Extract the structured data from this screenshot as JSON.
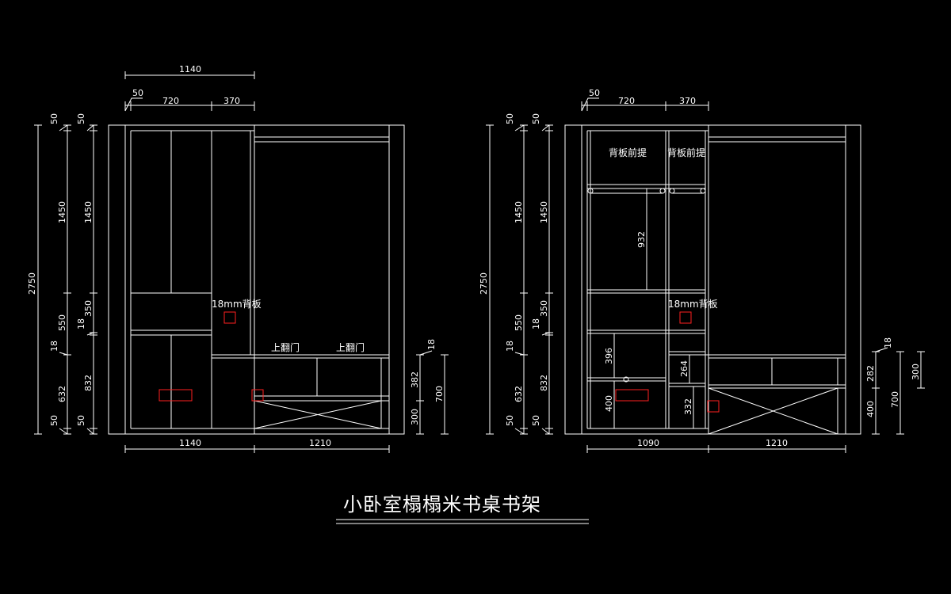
{
  "title": "小卧室榻榻米书桌书架",
  "left_elevation": {
    "dims": {
      "top_total": "1140",
      "top_50": "50",
      "top_720": "720",
      "top_370": "370",
      "bottom_1140": "1140",
      "bottom_1210": "1210",
      "v_2750": "2750",
      "v_50a": "50",
      "v_1450a": "1450",
      "v_550": "550",
      "v_18a": "18",
      "v_632": "632",
      "v_50b": "50",
      "v_50c": "50",
      "v_1450b": "1450",
      "v_18b": "18",
      "v_350": "350",
      "v_832": "832",
      "v_50d": "50",
      "r_18": "18",
      "r_382": "382",
      "r_300": "300",
      "r_700": "700"
    },
    "labels": {
      "back_panel": "18mm背板",
      "flip_door_1": "上翻门",
      "flip_door_2": "上翻门"
    }
  },
  "right_elevation": {
    "dims": {
      "top_50": "50",
      "top_720": "720",
      "top_370": "370",
      "bottom_1090": "1090",
      "bottom_1210": "1210",
      "v_2750": "2750",
      "v_50a": "50",
      "v_1450a": "1450",
      "v_550": "550",
      "v_18a": "18",
      "v_632": "632",
      "v_50b": "50",
      "v_50c": "50",
      "v_1450b": "1450",
      "v_18b": "18",
      "v_350": "350",
      "v_832": "832",
      "v_50d": "50",
      "i_932": "932",
      "i_396": "396",
      "i_400": "400",
      "i_264": "264",
      "i_332": "332",
      "r_18": "18",
      "r_282": "282",
      "r_400": "400",
      "r_300": "300",
      "r_700": "700"
    },
    "labels": {
      "back_panel_front_1": "背板前提",
      "back_panel_front_2": "背板前提",
      "back_panel": "18mm背板"
    }
  }
}
